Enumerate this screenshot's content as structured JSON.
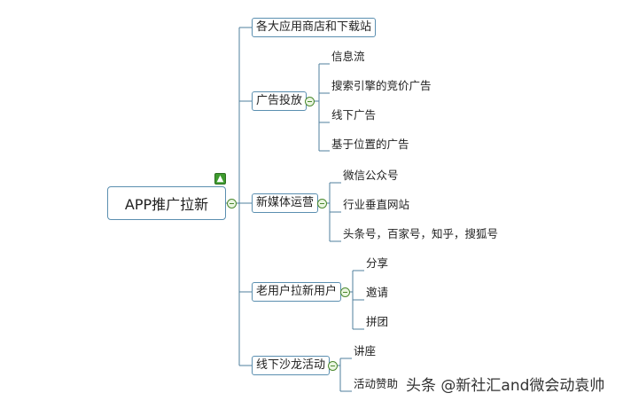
{
  "root": {
    "label": "APP推广拉新"
  },
  "branches": [
    {
      "label": "各大应用商店和下载站",
      "children": []
    },
    {
      "label": "广告投放",
      "children": [
        "信息流",
        "搜索引擎的竞价广告",
        "线下广告",
        "基于位置的广告"
      ]
    },
    {
      "label": "新媒体运营",
      "children": [
        "微信公众号",
        "行业垂直网站",
        "头条号，百家号，知乎，搜狐号"
      ]
    },
    {
      "label": "老用户拉新用户",
      "children": [
        "分享",
        "邀请",
        "拼团"
      ]
    },
    {
      "label": "线下沙龙活动",
      "children": [
        "讲座",
        "活动赞助"
      ]
    }
  ],
  "watermark": "头条 @新社汇and微会动袁帅"
}
